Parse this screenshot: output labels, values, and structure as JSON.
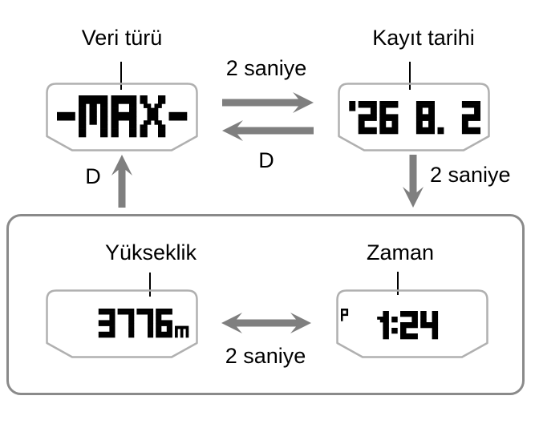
{
  "diagram": {
    "labels": {
      "data_type": "Veri türü",
      "record_date": "Kayıt tarihi",
      "altitude": "Yükseklik",
      "time": "Zaman",
      "delay": "2 saniye",
      "button": "D"
    },
    "displays": {
      "data_type": {
        "lcd_text": "-MAX-"
      },
      "record_date": {
        "lcd_text": "'26 8. 2"
      },
      "altitude": {
        "lcd_text": "3776",
        "unit": "m"
      },
      "time": {
        "lcd_text": "1:24",
        "indicator": "P"
      }
    },
    "colors": {
      "arrow": "#7f7f7f",
      "display_outline": "#b0b0b0",
      "group_box_border": "#8a8a8a",
      "lcd": "#000000",
      "text": "#000000"
    }
  }
}
